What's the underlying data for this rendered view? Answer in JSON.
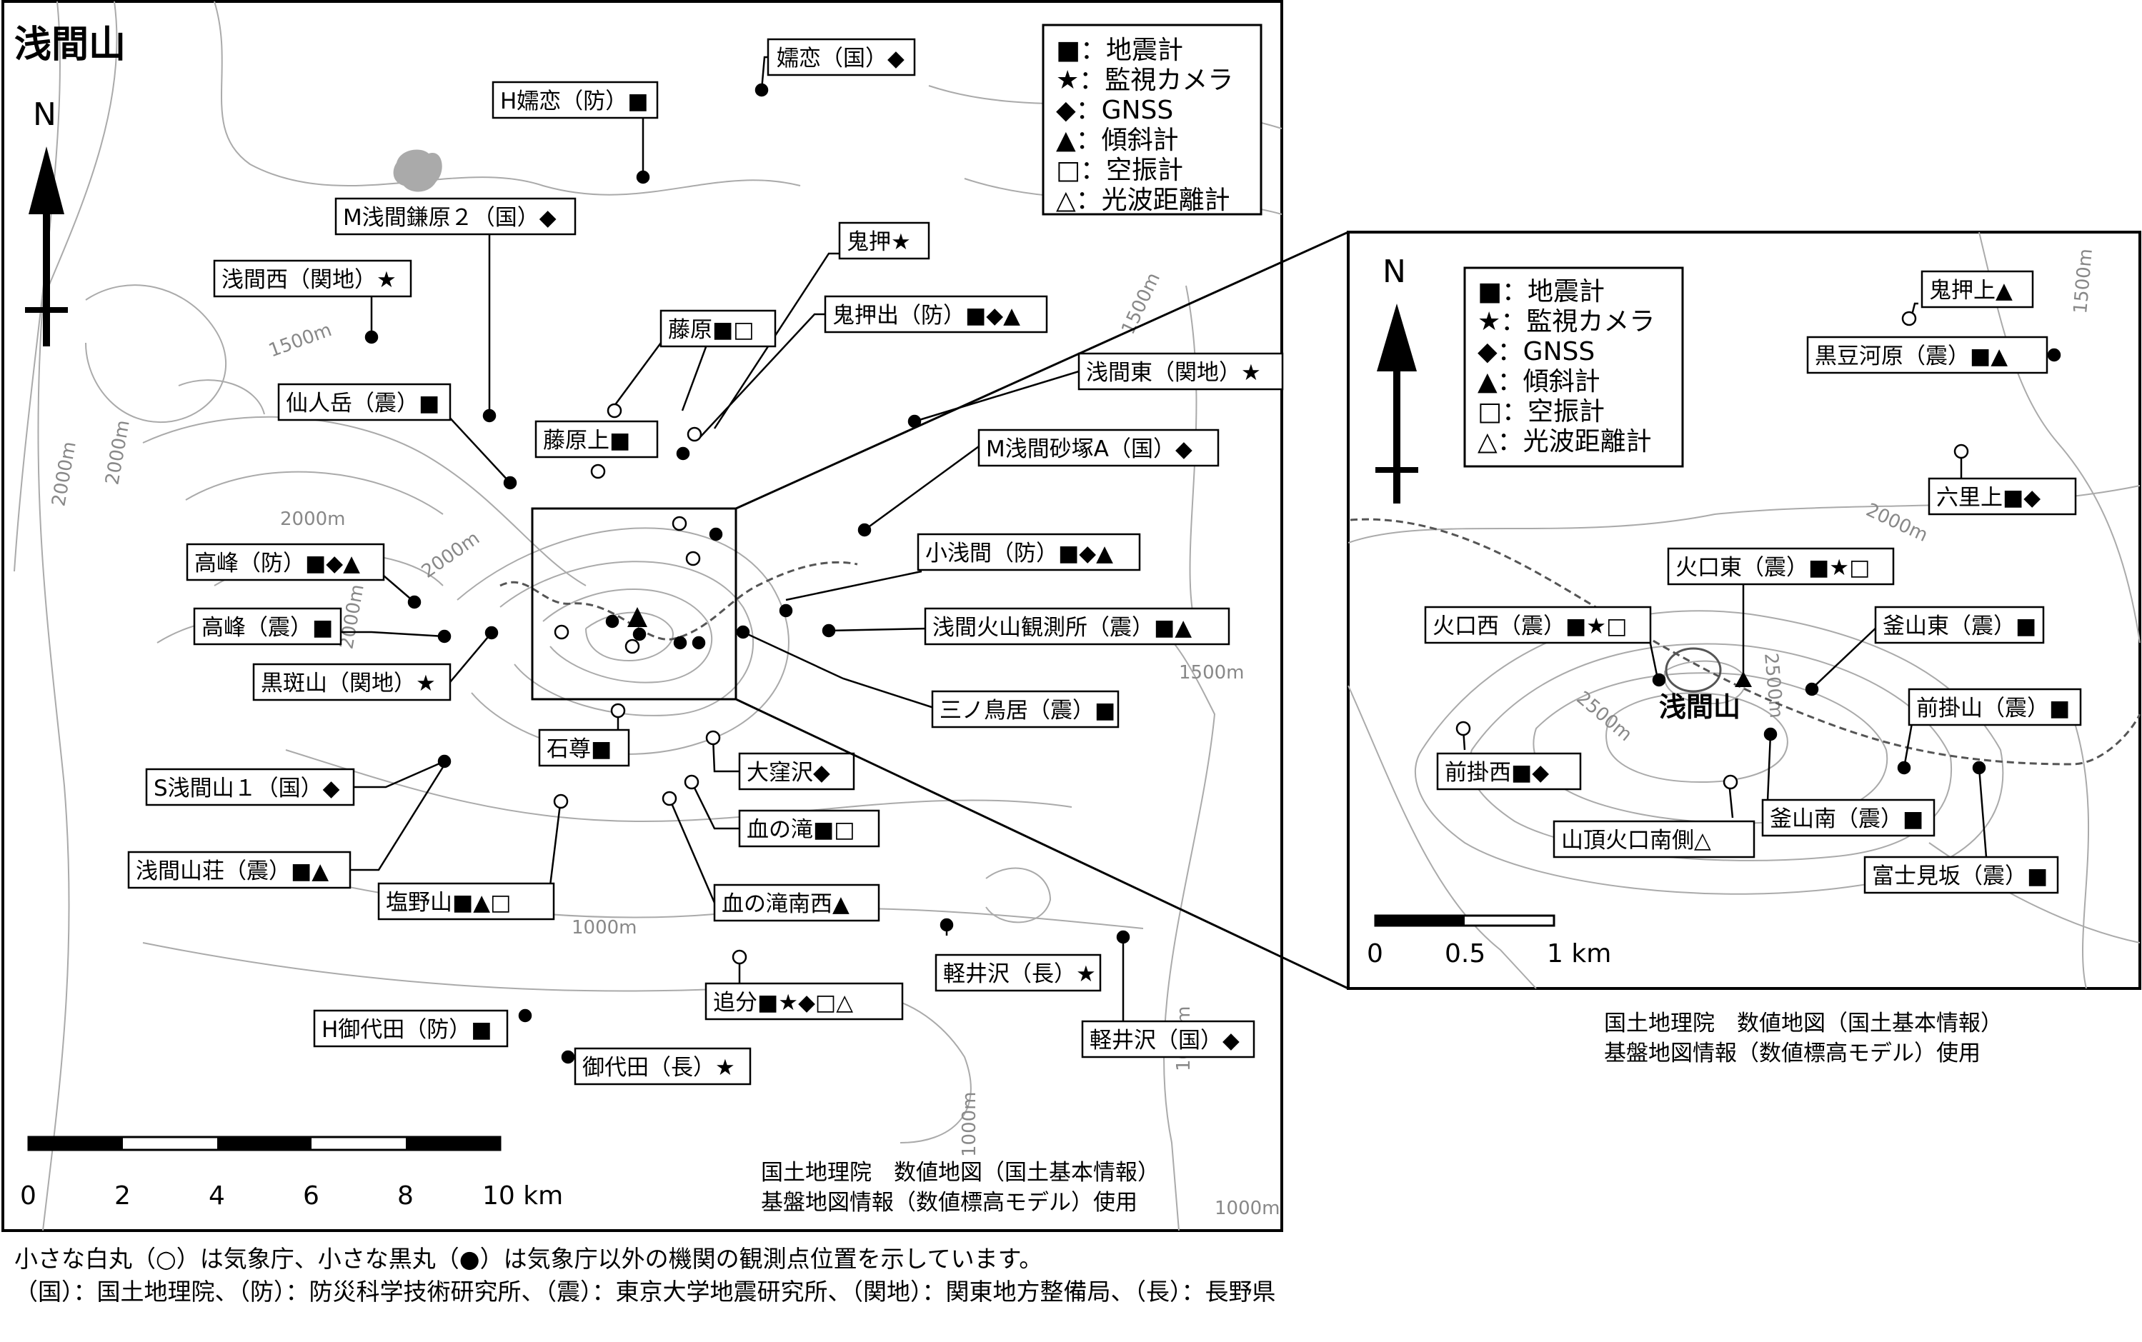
{
  "title": "浅間山",
  "north": "N",
  "legend": [
    "■：地震計",
    "★：監視カメラ",
    "◆：GNSS",
    "▲：傾斜計",
    "□：空振計",
    "△：光波距離計"
  ],
  "scale_main": [
    "0",
    "2",
    "4",
    "6",
    "8",
    "10 km"
  ],
  "scale_inset": [
    "0",
    "0.5",
    "1 km"
  ],
  "credit": [
    "国土地理院　数値地図（国土基本情報）",
    "基盤地図情報（数値標高モデル）使用"
  ],
  "contours_main": [
    "1500m",
    "2000m",
    "2000m",
    "2000m",
    "2000m",
    "2000m",
    "1500m",
    "1000m",
    "1000m",
    "1000m",
    "1000m"
  ],
  "contours_inset": [
    "1500m",
    "2000m",
    "2500m",
    "2500m"
  ],
  "stations_main": [
    "嬬恋（国）◆",
    "H嬬恋（防）■",
    "M浅間鎌原２（国）◆",
    "浅間西（関地）★",
    "鬼押★",
    "藤原■□",
    "鬼押出（防）■◆▲",
    "浅間東（関地）★",
    "仙人岳（震）■",
    "藤原上■",
    "M浅間砂塚A（国）◆",
    "高峰（防）■◆▲",
    "小浅間（防）■◆▲",
    "高峰（震）■",
    "浅間火山観測所（震）■▲",
    "黒斑山（関地）★",
    "三ノ鳥居（震）■",
    "石尊■",
    "大窪沢◆",
    "S浅間山１（国）◆",
    "血の滝■□",
    "浅間山荘（震）■▲",
    "塩野山■▲□",
    "血の滝南西▲",
    "軽井沢（長）★",
    "追分■★◆□△",
    "H御代田（防）■",
    "軽井沢（国）◆",
    "御代田（長）★"
  ],
  "stations_inset": [
    "鬼押上▲",
    "黒豆河原（震）■▲",
    "六里上■◆",
    "火口東（震）■★□",
    "火口西（震）■★□",
    "釜山東（震）■",
    "浅間山",
    "前掛山（震）■",
    "前掛西■◆",
    "釜山南（震）■",
    "山頂火口南側△",
    "富士見坂（震）■"
  ],
  "footnote": [
    "小さな白丸（○）は気象庁、小さな黒丸（●）は気象庁以外の機関の観測点位置を示しています。",
    "（国）：国土地理院、（防）：防災科学技術研究所、（震）：東京大学地震研究所、（関地）：関東地方整備局、（長）：長野県"
  ]
}
